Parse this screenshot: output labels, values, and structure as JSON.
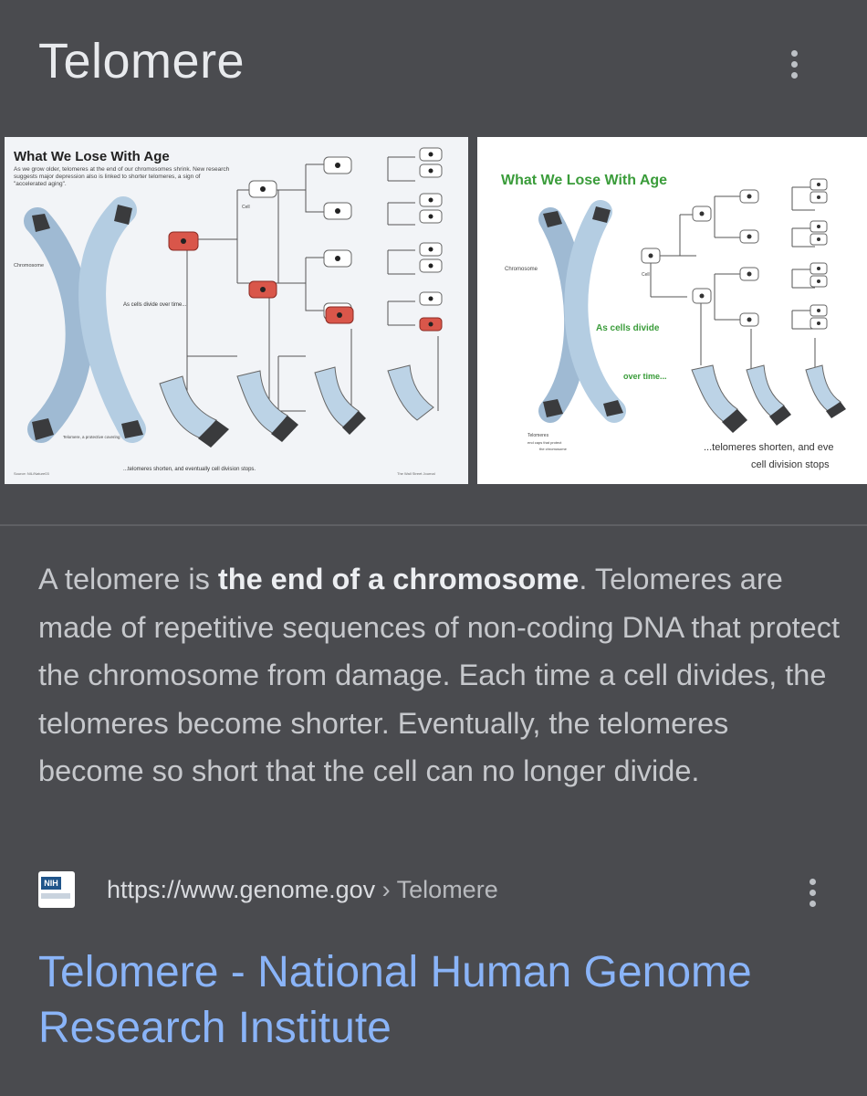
{
  "header": {
    "title": "Telomere"
  },
  "images": [
    {
      "heading": "What We Lose With Age",
      "caption": "As we grow older, telomeres at the end of our chromosomes shrink. New research suggests major depression also is linked to shorter telomeres, a sign of \"accelerated aging\".",
      "labels": {
        "chromosome": "Chromosome",
        "cell": "Cell",
        "divide": "As cells divide over time...",
        "telomere": "Telomere, a protective covering",
        "bottom": "...telomeres shorten, and eventually cell division stops.",
        "source": "Source: NIL/Nature03",
        "credit": "The Wall Street Journal"
      }
    },
    {
      "heading": "What We Lose With Age",
      "labels": {
        "chromosome": "Chromosome",
        "cell": "Cell",
        "divide1": "As cells divide",
        "divide2": "over time...",
        "telomere1": "Telomeres",
        "telomere2": "end caps that protect",
        "telomere3": "the chromosome",
        "bottom1": "...telomeres shorten, and eve",
        "bottom2": "cell division stops"
      }
    }
  ],
  "description": {
    "pre": "A telomere is ",
    "bold": "the end of a chromosome",
    "post": ". Telomeres are made of repetitive sequences of non-coding DNA that protect the chromosome from damage. Each time a cell divides, the telomeres become shorter. Eventually, the telomeres become so short that the cell can no longer divide."
  },
  "source": {
    "favicon": "NIH",
    "url": "https://www.genome.gov",
    "breadcrumb": " › Telomere"
  },
  "result_title": "Telomere - National Human Genome Research Institute",
  "colors": {
    "background": "#4a4b4f",
    "link": "#8ab4f8",
    "chromosome_blue": "#a9c6e0",
    "telomere_dark": "#3a3b3d",
    "cell_red": "#d9564a",
    "heading_green": "#3a9c3a"
  },
  "icons": {
    "more": "more-vert-icon"
  }
}
